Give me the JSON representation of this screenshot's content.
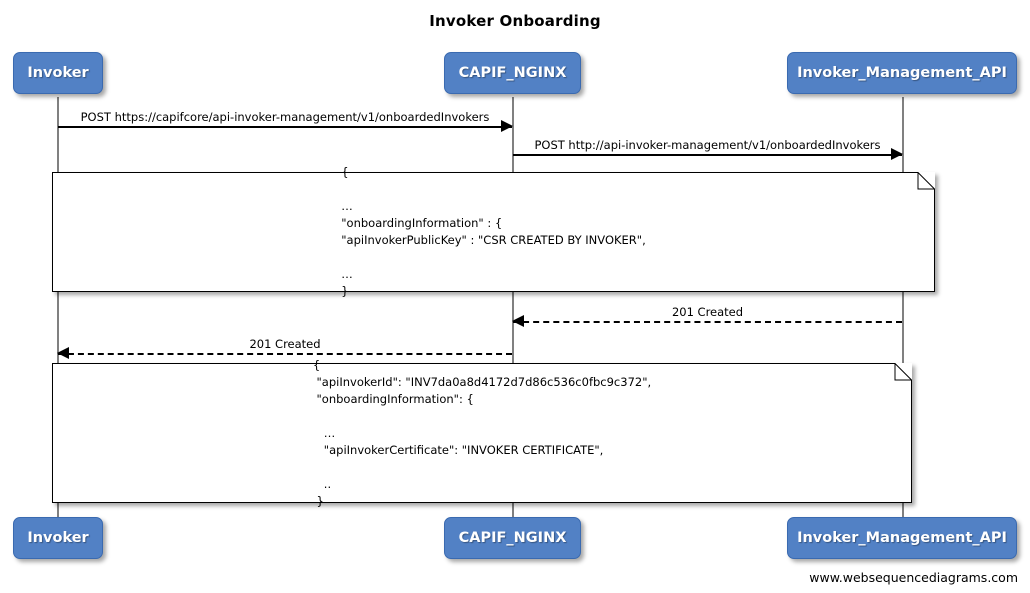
{
  "title": "Invoker Onboarding",
  "footer": "www.websequencediagrams.com",
  "colors": {
    "participant_fill": "#5281c5",
    "participant_border": "#3a6ab0",
    "participant_text": "#ffffff",
    "lifeline": "#808080",
    "arrow": "#000000",
    "note_fill": "#ffffff",
    "background": "#ffffff"
  },
  "participants": [
    {
      "id": "invoker",
      "label": "Invoker"
    },
    {
      "id": "capif_nginx",
      "label": "CAPIF_NGINX"
    },
    {
      "id": "invoker_management_api",
      "label": "Invoker_Management_API"
    }
  ],
  "participants_bottom": [
    {
      "id": "invoker",
      "label": "Invoker"
    },
    {
      "id": "capif_nginx",
      "label": "CAPIF_NGINX"
    },
    {
      "id": "invoker_management_api",
      "label": "Invoker_Management_API"
    }
  ],
  "messages": [
    {
      "id": "msg-1",
      "label": "POST https://capifcore/api-invoker-management/v1/onboardedInvokers",
      "from": "invoker",
      "to": "capif_nginx",
      "style": "solid",
      "direction": "right"
    },
    {
      "id": "msg-2",
      "label": "POST http://api-invoker-management/v1/onboardedInvokers",
      "from": "capif_nginx",
      "to": "invoker_management_api",
      "style": "solid",
      "direction": "right"
    },
    {
      "id": "msg-3",
      "label": "201 Created",
      "from": "invoker_management_api",
      "to": "capif_nginx",
      "style": "dashed",
      "direction": "left"
    },
    {
      "id": "msg-4",
      "label": "201 Created",
      "from": "capif_nginx",
      "to": "invoker",
      "style": "dashed",
      "direction": "left"
    }
  ],
  "notes": [
    {
      "id": "note-request",
      "text": "{\n\n…\n\"onboardingInformation\" : {\n\"apiInvokerPublicKey\" : \"CSR CREATED BY INVOKER\",\n\n…\n}"
    },
    {
      "id": "note-response",
      "text": "{\n \"apiInvokerId\": \"INV7da0a8d4172d7d86c536c0fbc9c372\",\n \"onboardingInformation\": {\n\n   …\n   \"apiInvokerCertificate\": \"INVOKER CERTIFICATE\",\n\n   ..\n }"
    }
  ]
}
